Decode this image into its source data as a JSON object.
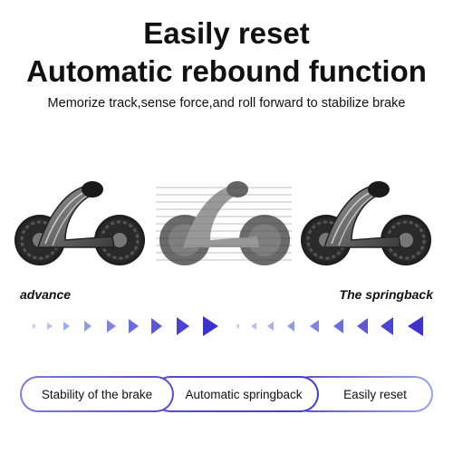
{
  "heading": {
    "line1": "Easily reset",
    "line2": "Automatic rebound function",
    "subtitle": "Memorize track,sense force,and roll forward to stabilize brake"
  },
  "labels": {
    "left": "advance",
    "right": "The springback"
  },
  "features": [
    {
      "label": "Stability of the brake"
    },
    {
      "label": "Automatic springback"
    },
    {
      "label": "Easily reset"
    }
  ],
  "colors": {
    "arrow_purple": "#4a3fd6",
    "arrow_light": "#a8b4f0",
    "pill_border": "#5a4ad6"
  }
}
